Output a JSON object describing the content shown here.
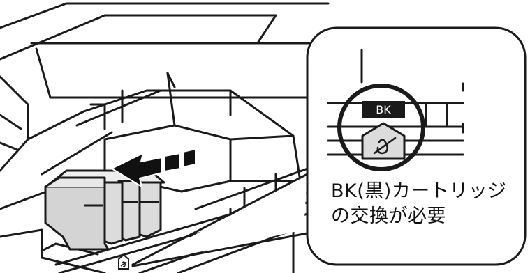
{
  "zoom_callout": {
    "slot_label": "BK",
    "caption_line_1": "BK(黒)カートリッジ",
    "caption_line_2": "の交換が必要",
    "warning_icon": "ink-drop-crossed-icon"
  },
  "printer": {
    "insert_direction_icon": "dashed-left-arrow-icon",
    "holder_marker_icon": "ink-drop-crossed-icon"
  },
  "colors": {
    "line": "#1a1a1a",
    "cartridge_fill": "#dcdcdc",
    "callout_border": "#1a1a1a",
    "background": "#ffffff"
  }
}
